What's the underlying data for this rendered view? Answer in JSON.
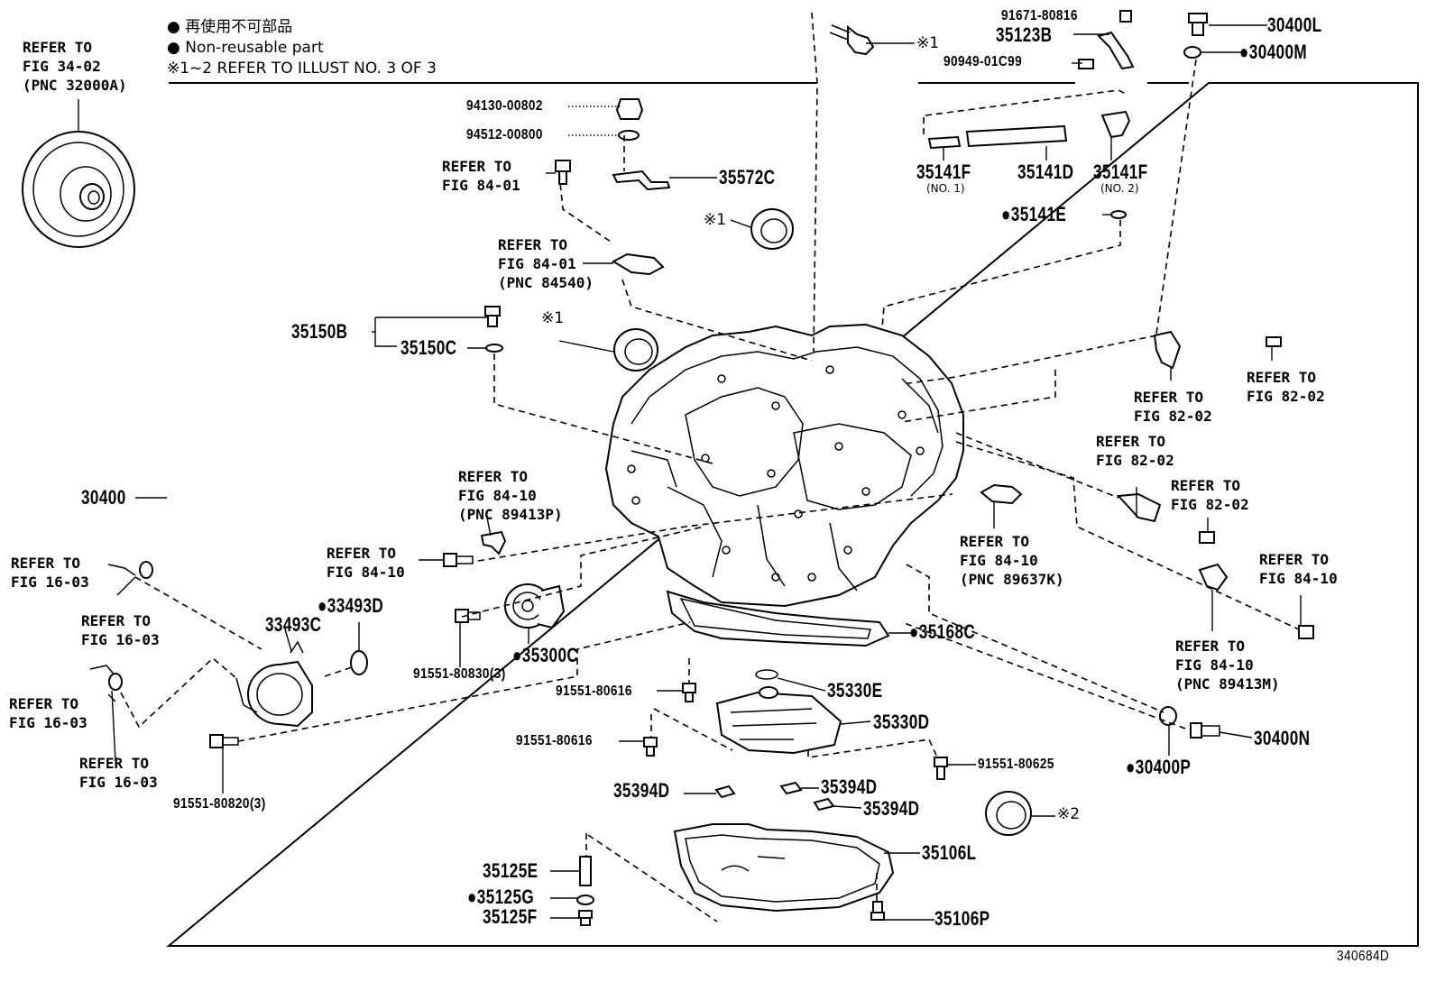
{
  "legend": {
    "line_jp": "● 再使用不可部品",
    "line_en": "● Non-reusable part",
    "line_ref": "※1~2 REFER TO ILLUST NO. 3 OF 3"
  },
  "figure_id": "340684D",
  "refs": {
    "torque_converter": "REFER TO\nFIG 34-02\n(PNC 32000A)",
    "bolt_84_01": "REFER TO\nFIG 84-01",
    "sensor_84_01": "REFER TO\nFIG 84-01\n(PNC 84540)",
    "sensor_84_10_a": "REFER TO\nFIG 84-10\n(PNC 89413P)",
    "bolt_84_10_a": "REFER TO\nFIG 84-10",
    "hose_16_03_a": "REFER TO\nFIG 16-03",
    "clamp_16_03_a": "REFER TO\nFIG 16-03",
    "hose_16_03_b": "REFER TO\nFIG 16-03",
    "clamp_16_03_b": "REFER TO\nFIG 16-03",
    "bolt_82_02_a": "REFER TO\nFIG 82-02",
    "bracket_82_02": "REFER TO\nFIG 82-02",
    "bracket_82_02_b": "REFER TO\nFIG 82-02",
    "bolt_82_02_b": "REFER TO\nFIG 82-02",
    "switch_84_10": "REFER TO\nFIG 84-10\n(PNC 89637K)",
    "bolt_84_10_b": "REFER TO\nFIG 84-10",
    "sensor_84_10_b": "REFER TO\nFIG 84-10\n(PNC 89413M)"
  },
  "parts": {
    "p91671": "91671-80816",
    "p35123B": "35123B",
    "p90949": "90949-01C99",
    "p30400L": "30400L",
    "p30400M": "30400M",
    "p94130": "94130-00802",
    "p94512": "94512-00800",
    "p35572C": "35572C",
    "p35141F_1": "35141F",
    "p35141F_1_note": "(NO. 1)",
    "p35141D": "35141D",
    "p35141F_2": "35141F",
    "p35141F_2_note": "(NO. 2)",
    "p35141E": "35141E",
    "p35150B": "35150B",
    "p35150C": "35150C",
    "p30400": "30400",
    "p33493C": "33493C",
    "p33493D": "33493D",
    "p35300C": "35300C",
    "p91551_80830": "91551-80830(3)",
    "p91551_80616_a": "91551-80616",
    "p91551_80616_b": "91551-80616",
    "p35330E": "35330E",
    "p35330D": "35330D",
    "p35168C": "35168C",
    "p30400N": "30400N",
    "p30400P": "30400P",
    "p91551_80625": "91551-80625",
    "p35394D_a": "35394D",
    "p35394D_b": "35394D",
    "p35394D_c": "35394D",
    "p91551_80820": "91551-80820(3)",
    "p35106L": "35106L",
    "p35106P": "35106P",
    "p35125E": "35125E",
    "p35125G": "35125G",
    "p35125F": "35125F",
    "mark1": "※1",
    "mark2": "※2"
  }
}
